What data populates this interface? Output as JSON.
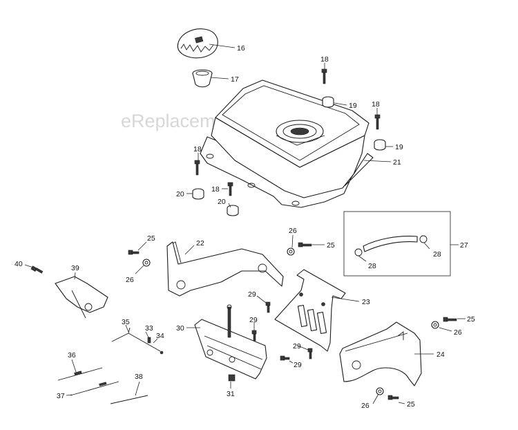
{
  "watermark": "eReplacementParts.com",
  "callouts": [
    {
      "id": "c16",
      "text": "16"
    },
    {
      "id": "c17",
      "text": "17"
    },
    {
      "id": "c18a",
      "text": "18"
    },
    {
      "id": "c18b",
      "text": "18"
    },
    {
      "id": "c18c",
      "text": "18"
    },
    {
      "id": "c18d",
      "text": "18"
    },
    {
      "id": "c19a",
      "text": "19"
    },
    {
      "id": "c19b",
      "text": "19"
    },
    {
      "id": "c20a",
      "text": "20"
    },
    {
      "id": "c20b",
      "text": "20"
    },
    {
      "id": "c21",
      "text": "21"
    },
    {
      "id": "c22",
      "text": "22"
    },
    {
      "id": "c23",
      "text": "23"
    },
    {
      "id": "c24",
      "text": "24"
    },
    {
      "id": "c25a",
      "text": "25"
    },
    {
      "id": "c25b",
      "text": "25"
    },
    {
      "id": "c25c",
      "text": "25"
    },
    {
      "id": "c25d",
      "text": "25"
    },
    {
      "id": "c26a",
      "text": "26"
    },
    {
      "id": "c26b",
      "text": "26"
    },
    {
      "id": "c26c",
      "text": "26"
    },
    {
      "id": "c26d",
      "text": "26"
    },
    {
      "id": "c27",
      "text": "27"
    },
    {
      "id": "c28a",
      "text": "28"
    },
    {
      "id": "c28b",
      "text": "28"
    },
    {
      "id": "c29a",
      "text": "29"
    },
    {
      "id": "c29b",
      "text": "29"
    },
    {
      "id": "c29c",
      "text": "29"
    },
    {
      "id": "c29d",
      "text": "29"
    },
    {
      "id": "c30",
      "text": "30"
    },
    {
      "id": "c31",
      "text": "31"
    },
    {
      "id": "c33",
      "text": "33"
    },
    {
      "id": "c34",
      "text": "34"
    },
    {
      "id": "c35",
      "text": "35"
    },
    {
      "id": "c36",
      "text": "36"
    },
    {
      "id": "c37",
      "text": "37"
    },
    {
      "id": "c38",
      "text": "38"
    },
    {
      "id": "c39",
      "text": "39"
    },
    {
      "id": "c40",
      "text": "40"
    }
  ]
}
